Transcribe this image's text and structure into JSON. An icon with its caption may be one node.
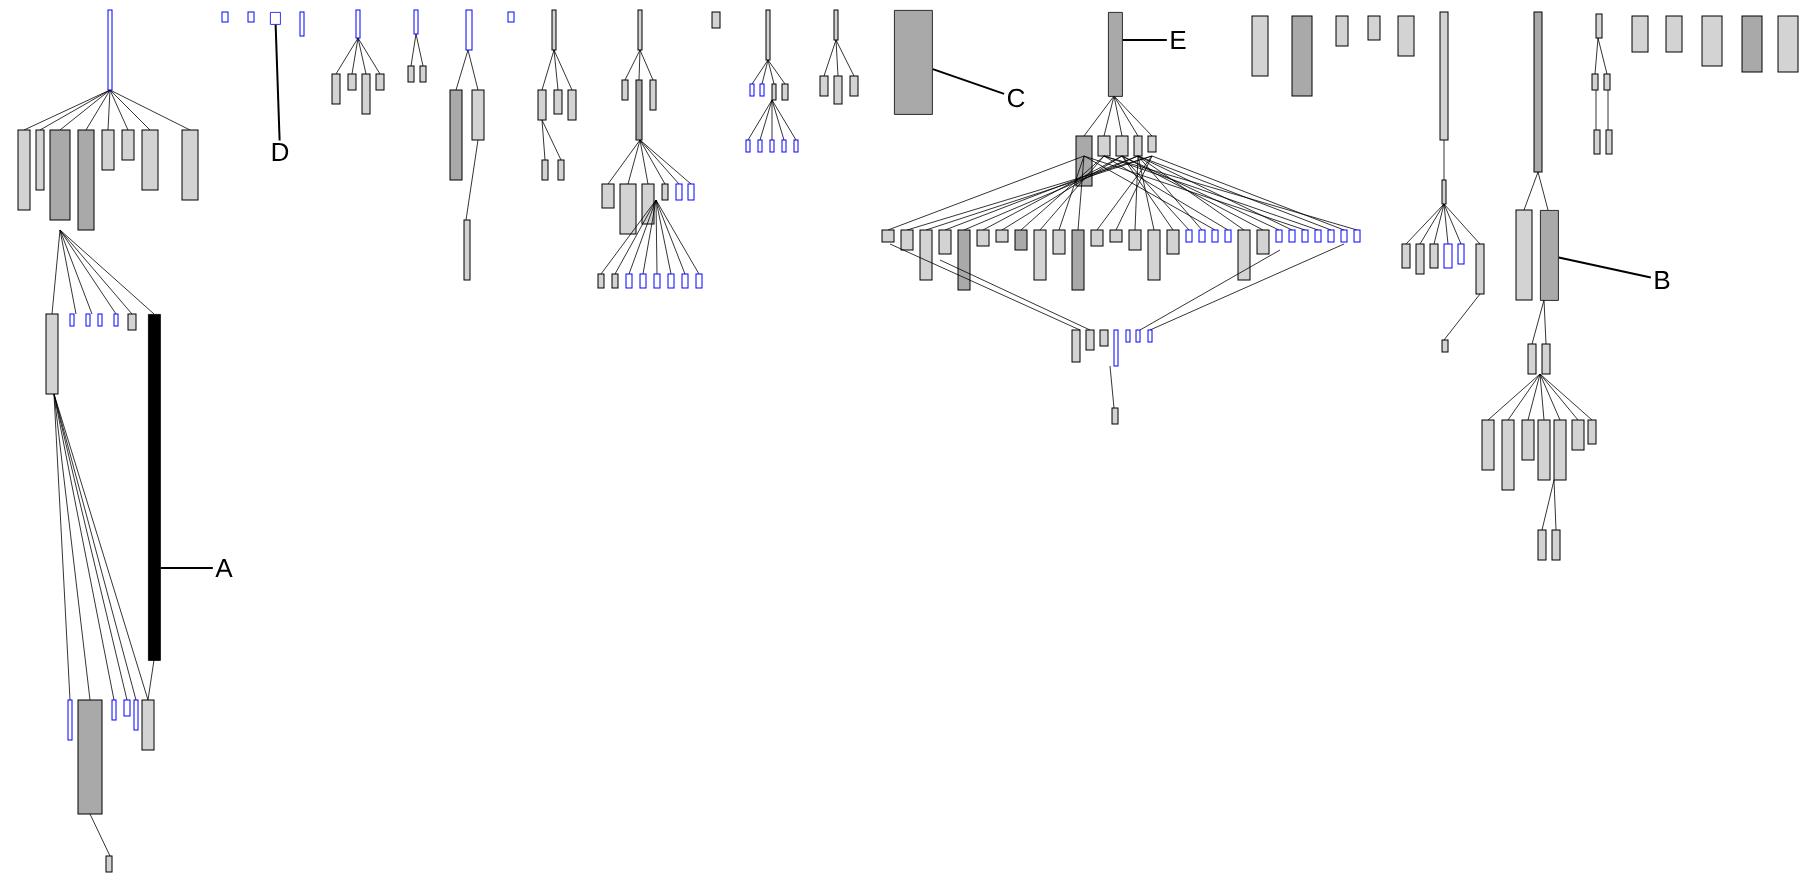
{
  "diagram": {
    "nodes": [
      {
        "text": [
          "D"
        ]
      },
      {
        "text": [],
        "shape": "box"
      },
      {
        "text": [
          "C"
        ]
      },
      {
        "text": [],
        "shape": "box"
      },
      {
        "text": [
          "E"
        ]
      },
      {
        "text": [],
        "shape": "box"
      },
      {
        "text": [
          "A"
        ]
      },
      {
        "text": [],
        "shape": "box"
      },
      {
        "text": [
          "B"
        ]
      },
      {
        "text": [],
        "shape": "box"
      }
    ],
    "edges": [
      {
        "from": 0,
        "to": 1,
        "arrow": "none"
      },
      {
        "from": 2,
        "to": 3,
        "arrow": "none"
      },
      {
        "from": 4,
        "to": 5,
        "arrow": "none"
      },
      {
        "from": 6,
        "to": 7,
        "arrow": "none"
      },
      {
        "from": 8,
        "to": 9,
        "arrow": "none"
      }
    ]
  }
}
